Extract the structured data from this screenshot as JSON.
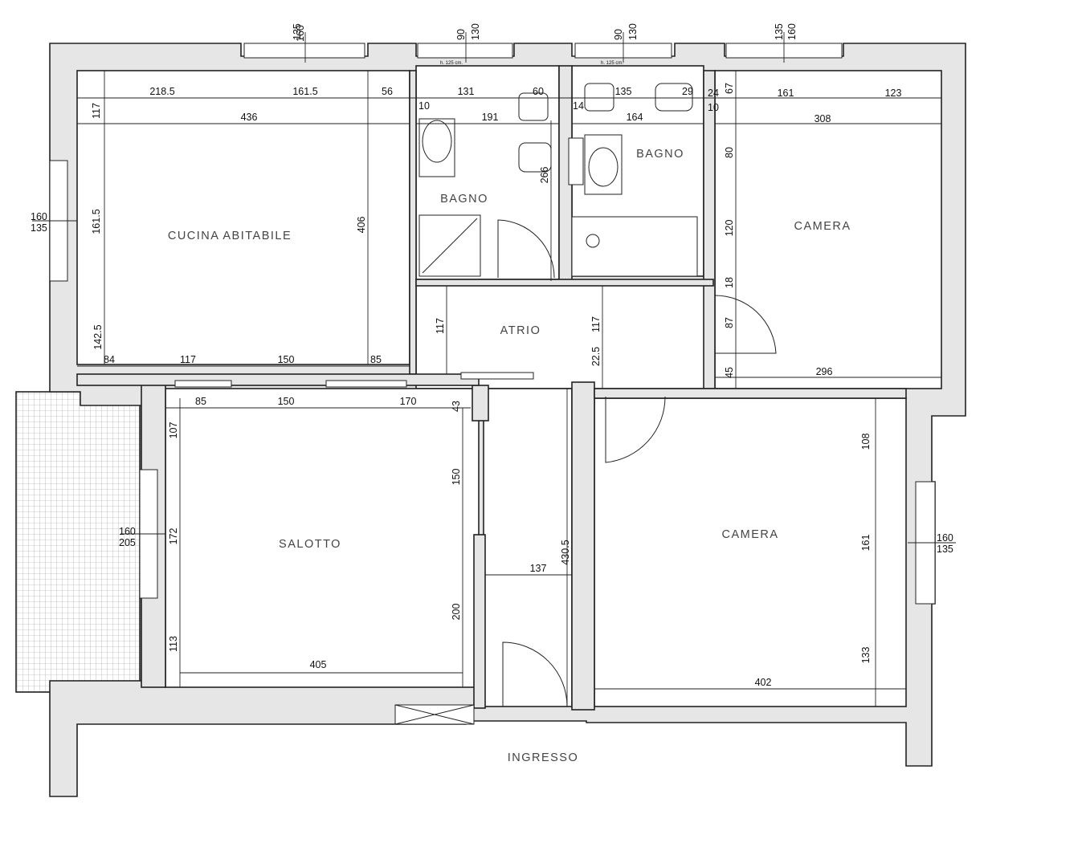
{
  "rooms": {
    "cucina": "CUCINA ABITABILE",
    "bagno1": "BAGNO",
    "bagno2": "BAGNO",
    "camera1": "CAMERA",
    "atrio": "ATRIO",
    "salotto": "SALOTTO",
    "camera2": "CAMERA",
    "ingresso": "INGRESSO"
  },
  "windows": {
    "w_top1_a": "160",
    "w_top1_b": "135",
    "w_top2_a": "130",
    "w_top2_b": "90",
    "w_top3_a": "130",
    "w_top3_b": "90",
    "w_top4_a": "160",
    "w_top4_b": "135",
    "w_left1_a": "160",
    "w_left1_b": "135",
    "w_left2_a": "160",
    "w_left2_b": "205",
    "w_right_a": "160",
    "w_right_b": "135",
    "h125a": "h. 125 cm.",
    "h125b": "h. 125 cm."
  },
  "dims": {
    "d2185": "218.5",
    "d1615a": "161.5",
    "d56": "56",
    "d131": "131",
    "d60": "60",
    "d135": "135",
    "d29": "29",
    "d24": "24",
    "d161a": "161",
    "d123": "123",
    "d67": "67",
    "d10a": "10",
    "d14": "14",
    "d10b": "10",
    "d117a": "117",
    "d436": "436",
    "d191": "191",
    "d164": "164",
    "d308": "308",
    "d1615b": "161.5",
    "d406": "406",
    "d266": "266",
    "d80": "80",
    "d120": "120",
    "d18": "18",
    "d87": "87",
    "d45": "45",
    "d296": "296",
    "d1425": "142.5",
    "d117b": "117",
    "d117c": "117",
    "d225": "22.5",
    "d84": "84",
    "d117d": "117",
    "d150a": "150",
    "d85a": "85",
    "d85b": "85",
    "d150b": "150",
    "d170": "170",
    "d43": "43",
    "d107": "107",
    "d172": "172",
    "d113": "113",
    "d405": "405",
    "d150c": "150",
    "d200": "200",
    "d137": "137",
    "d4305": "430.5",
    "d108": "108",
    "d161b": "161",
    "d133": "133",
    "d402": "402"
  }
}
